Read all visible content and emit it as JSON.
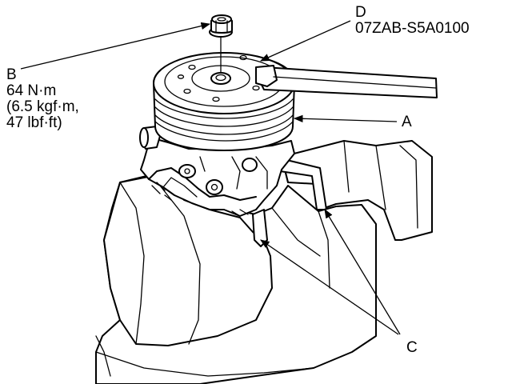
{
  "callouts": {
    "a": {
      "letter": "A"
    },
    "b": {
      "letter": "B",
      "spec_line1": "64 N·m",
      "spec_line2": "(6.5 kgf·m,",
      "spec_line3": "47 lbf·ft)"
    },
    "c": {
      "letter": "C"
    },
    "d": {
      "letter": "D",
      "tool_number": "07ZAB-S5A0100"
    }
  }
}
